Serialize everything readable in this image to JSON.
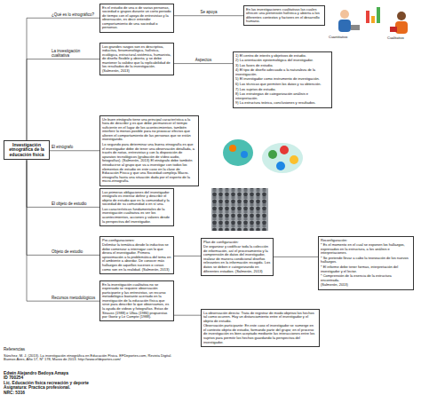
{
  "diagram": {
    "nodes": [
      {
        "text": [
          "Investigación etnográfica de la educación física"
        ]
      },
      {
        "text": [
          "Es el estudio de una o de varias personas, sociedad o grupos durante un corto periodo de tiempo con el apoyo de entrevistas y la observación, es decir entender comportamiento de una sociedad o personas."
        ]
      },
      {
        "text": [
          "En las investigaciones cualitativas las cuales ofrecen una pretensión holística y abierta a los diferentes contextos y factores en el desarrollo humano."
        ]
      },
      {
        "text": [
          "Los grandes rasgos son es descriptiva, inductiva, fenomenológica, holística, ecológica, estructural-sistémica, humanista, de diseño flexible y abierto, y se debe mantener la validez que la replicabilidad de los resultados de la investigación. (Salmerón, 2013)"
        ]
      },
      {
        "text": [
          "1) El centro de interés y objetivos de estudio.",
          "2) La orientación epistemológica del investigador.",
          "3) Las fases de estudio.",
          "4) El tipo de diseño adecuado a la naturaleza de la investigación.",
          "5) El investigador como instrumento de investigación.",
          "6) Las técnicas que permiten los datos y su obtención.",
          "7) Los sujetos de estudio.",
          "8) Las estrategias de categorización análisis e interpretación.",
          "9) La estructura teórica, conclusiones y resultados."
        ]
      },
      {
        "text": [
          "Un buen etnógrafo tiene una principal característica a la hora de describir y es que debe permanecer el tiempo suficiente en el lugar de los acontecimientos, también interferir lo menos posible para no provocar efectos que alteren el comportamiento de las personas que se están investigando.",
          "Lo segundo para determinar una buena etnografía es que el investigador debe de tener una observación detallada, a través de notas, entrevistas y con la disposición de aparatos tecnológicos (grabación de vídeo audio, fotografías). (Salmerón, 2013) El etnógrafo debe también introducirse al grupo que va a investigar con todos los elementos de estudio en este caso en la clase de Educación Física y que una Sociedad compleja Macro-etnografía hasta una situación dada por el experto de la micro-etnografía."
        ]
      },
      {
        "text": [
          "Las primeras obligaciones del investigador etnógrafo es intentar definir y describir el objeto de estudio que es la comunidad y la sociedad de su comunidad o en sí una.",
          "Las características fundamentales de la investigación cualitativa es ver los acontecimientos, acciones y valores desde la perspectiva del investigador."
        ]
      },
      {
        "text": [
          "Pre-configuraciones:",
          "Delimitar la temática desde lo inductivo se debe comenzar a interrogar con lo que desea el investigador. Primera aproximación a la problemática del tema en el ambiente a abordar. De conocer más hallazgos de aquellos sucesos o cosas como son en la realidad. (Salmerón, 2013)"
        ]
      },
      {
        "text": [
          "Plan de configuración:",
          "De organizar y codificar toda la colección de información, así el procesamiento y la comprensión de datos del investigador, realizar de manera condicional diseños relevantes en la información recogida. Los datos se deben ir categorizando en diferentes estadios. (Salmerón, 2013)"
        ]
      },
      {
        "text": [
          "Reconfiguración:",
          "* Es el momento en el cual se exponen los hallazgos, expresados en la estructura, a los análisis e interpretaciones.",
          "* Se pretende llevar a cabo la teorización de los nuevos hallazgos.",
          "* El informe debe tener formas, interpretación del investigador y el lector.",
          "* Comprensión de la esencia de la estructura encontrada.",
          "(Salmerón, 2013)"
        ]
      },
      {
        "text": [
          "En la investigación cualitativa no se expresado se requiere observación participante y las entrevistas, un recurso metodológico bastante acertado en la investigación de la educación física que sirve para describir lo que observamos, es la ayuda de videos y fotografías. Estas de Strauss (1988) e Ulloa (1986) propuestas por Goetz y Le Compte (1988)."
        ]
      },
      {
        "text": [
          "La observación directa: Trata de registrar de modo objetivo los hechos tal como ocurren. Hay un distanciamiento entre el investigador y el objeto de estudio.",
          "Observación participante: En este caso el investigador se sumerge en el contexto objeto de estudio, formando parte del grupo; en el proceso de investigación es bien aceptado mediante las interacciones entre los sujetos para permitir los hechos guardando la perspectiva del investigador."
        ]
      }
    ],
    "edges": [
      {
        "from": 0,
        "to": 1,
        "label": "¿Qué es lo etnográfico?",
        "arrow": "none"
      },
      {
        "from": 1,
        "to": 2,
        "label": "Se apoya",
        "arrow": "none"
      },
      {
        "from": 0,
        "to": 3,
        "label": "La investigación cualitativa",
        "arrow": "none"
      },
      {
        "from": 3,
        "to": 4,
        "label": "Aspectos",
        "arrow": "none"
      },
      {
        "from": 0,
        "to": 5,
        "label": "El etnógrafo",
        "arrow": "none"
      },
      {
        "from": 0,
        "to": 6,
        "label": "El objeto de estudio",
        "arrow": "none"
      },
      {
        "from": 0,
        "to": 7,
        "label": "Objeto de estudio",
        "arrow": "none"
      },
      {
        "from": 7,
        "to": 8,
        "arrow": "none"
      },
      {
        "from": 8,
        "to": 9,
        "arrow": "none"
      },
      {
        "from": 0,
        "to": 10,
        "label": "Recursos metodológicos",
        "arrow": "none"
      },
      {
        "from": 10,
        "to": 11,
        "arrow": "none"
      }
    ],
    "labels": [
      "Cuantitativo",
      "Cualitativo",
      "Referencias",
      "Sánchez, M. J. (2013). La investigación etnográfica en Educación Física. EFDeportes.com, Revista Digital. Buenos Aires, Año 17, Nº 178, Marzo de 2013. http://www.efdeportes.com/",
      "Edwin Alejandro Bedoya Amaya",
      "ID 700254",
      "Lic. Educación física recreación y deporte",
      "Asignatura: Practica profesional.",
      "NRC: 5316"
    ]
  }
}
